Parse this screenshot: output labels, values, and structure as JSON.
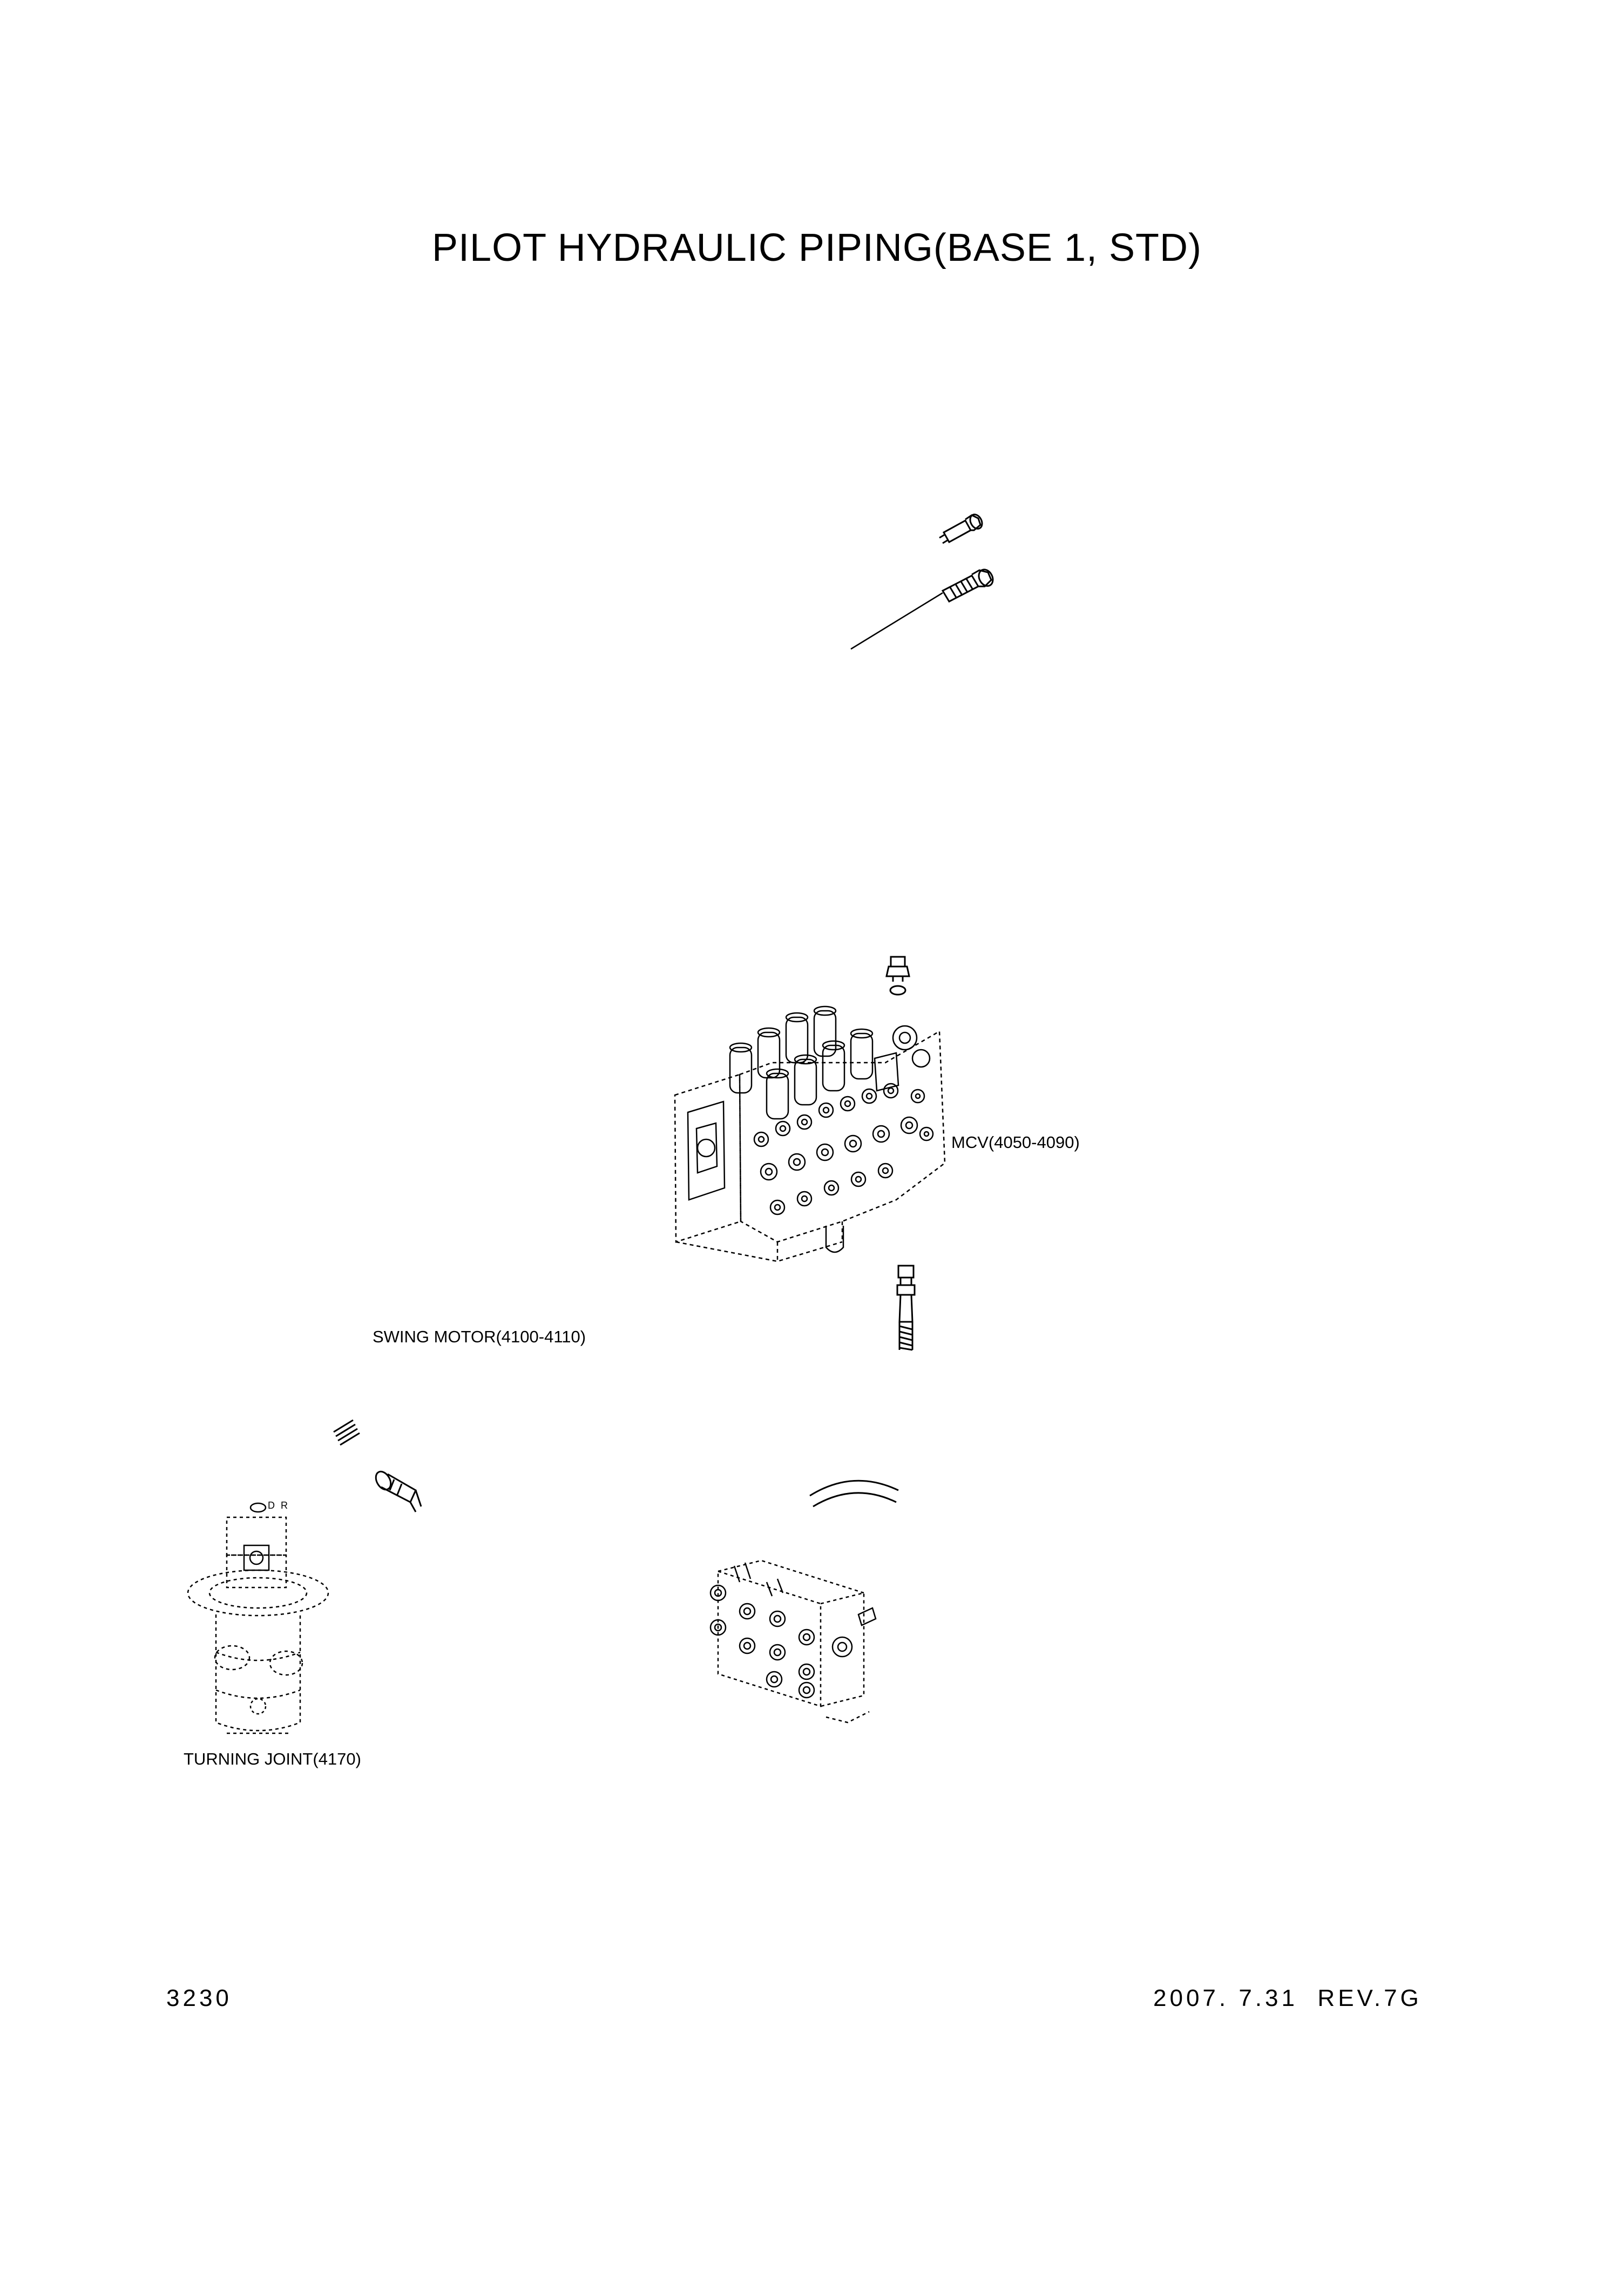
{
  "title": "PILOT HYDRAULIC PIPING(BASE 1, STD)",
  "labels": {
    "mcv": "MCV(4050-4090)",
    "swing_motor": "SWING MOTOR(4100-4110)",
    "turning_joint": "TURNING JOINT(4170)",
    "dr_mark": "D R"
  },
  "footer": {
    "page_number": "3230",
    "date_revision": "2007. 7.31  REV.7G"
  }
}
